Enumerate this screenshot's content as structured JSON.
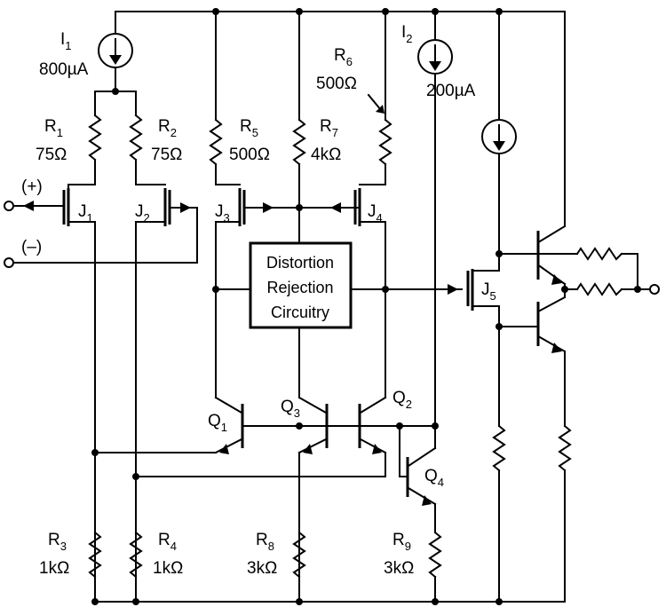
{
  "current_sources": {
    "i1": {
      "name": "I",
      "sub": "1",
      "value": "800µA"
    },
    "i2": {
      "name": "I",
      "sub": "2",
      "value": "200µA"
    }
  },
  "resistors": {
    "r1": {
      "name": "R",
      "sub": "1",
      "value": "75Ω"
    },
    "r2": {
      "name": "R",
      "sub": "2",
      "value": "75Ω"
    },
    "r3": {
      "name": "R",
      "sub": "3",
      "value": "1kΩ"
    },
    "r4": {
      "name": "R",
      "sub": "4",
      "value": "1kΩ"
    },
    "r5": {
      "name": "R",
      "sub": "5",
      "value": "500Ω"
    },
    "r6": {
      "name": "R",
      "sub": "6",
      "value": "500Ω"
    },
    "r7": {
      "name": "R",
      "sub": "7",
      "value": "4kΩ"
    },
    "r8": {
      "name": "R",
      "sub": "8",
      "value": "3kΩ"
    },
    "r9": {
      "name": "R",
      "sub": "9",
      "value": "3kΩ"
    }
  },
  "transistors": {
    "j1": {
      "name": "J",
      "sub": "1"
    },
    "j2": {
      "name": "J",
      "sub": "2"
    },
    "j3": {
      "name": "J",
      "sub": "3"
    },
    "j4": {
      "name": "J",
      "sub": "4"
    },
    "j5": {
      "name": "J",
      "sub": "5"
    },
    "q1": {
      "name": "Q",
      "sub": "1"
    },
    "q2": {
      "name": "Q",
      "sub": "2"
    },
    "q3": {
      "name": "Q",
      "sub": "3"
    },
    "q4": {
      "name": "Q",
      "sub": "4"
    }
  },
  "inputs": {
    "plus": "(+)",
    "minus": "(–)"
  },
  "block": {
    "line1": "Distortion",
    "line2": "Rejection",
    "line3": "Circuitry"
  }
}
